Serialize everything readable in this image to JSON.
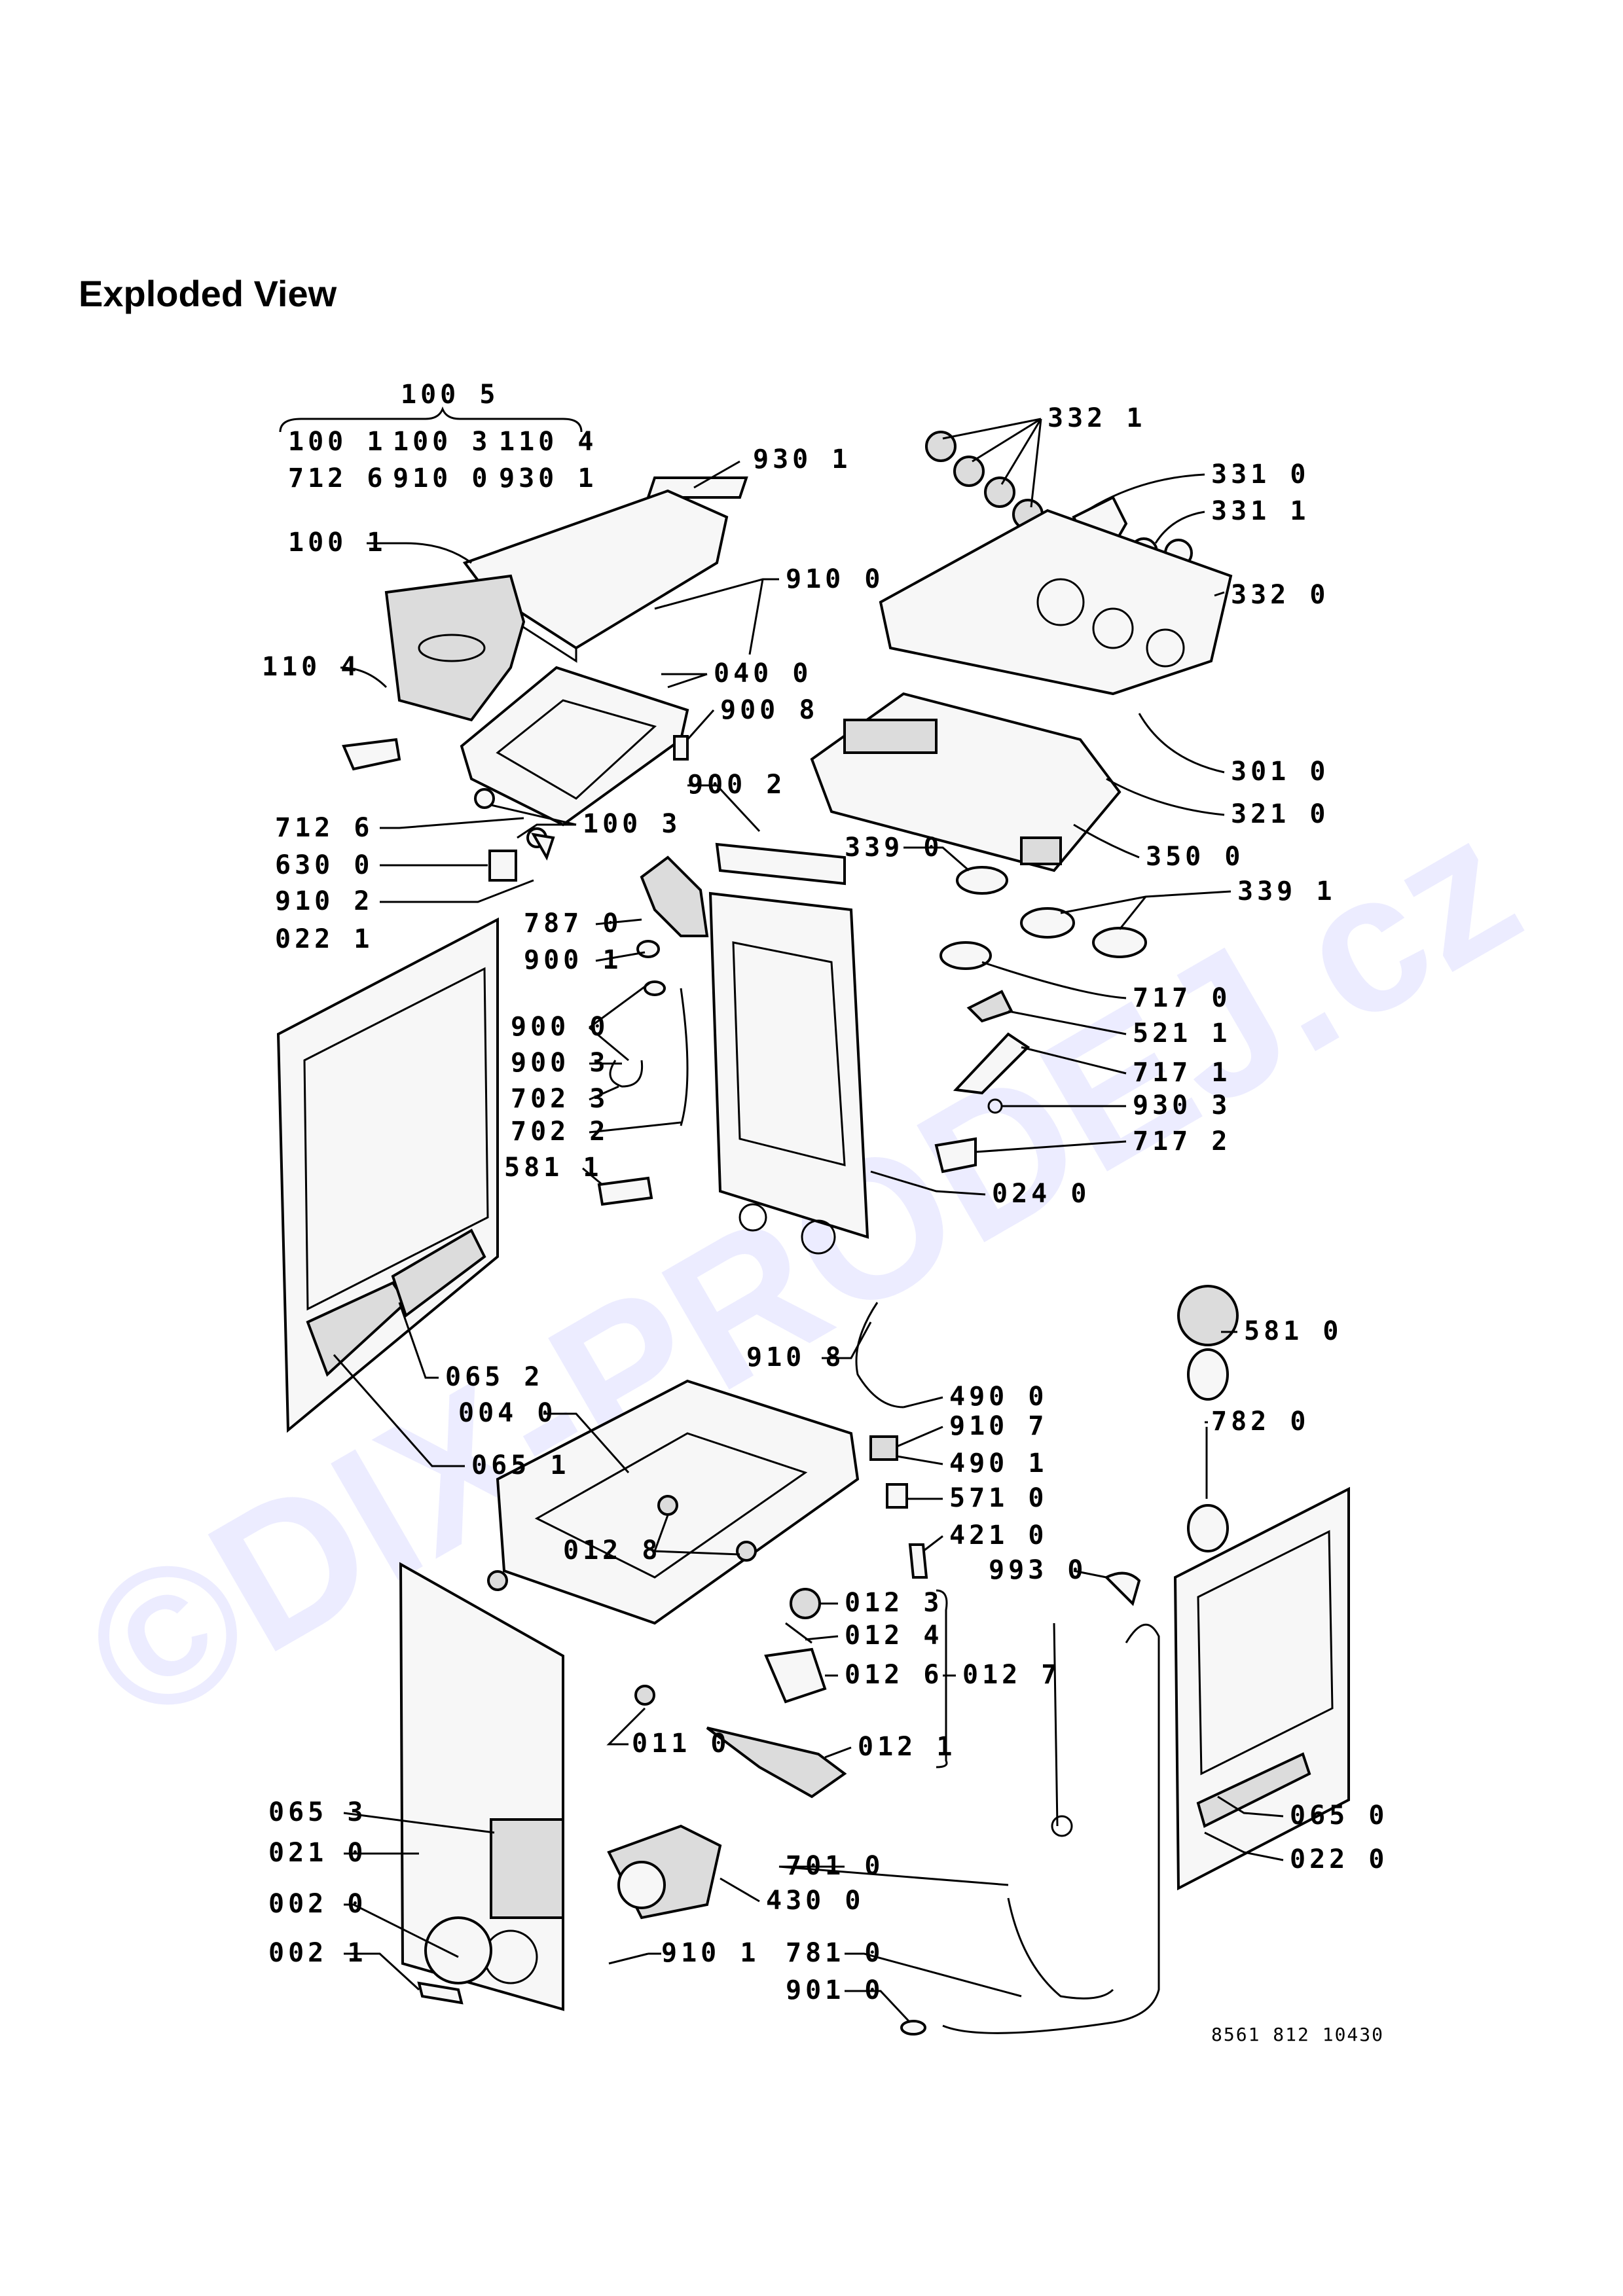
{
  "page": {
    "title": "Exploded View",
    "watermark": "©DIX-PRODEJ.cz",
    "drawing_code": "8561 812 10430"
  },
  "bracket_group": {
    "header": "100 5",
    "row1": [
      "100 1",
      "100 3",
      "110 4"
    ],
    "row2": [
      "712 6",
      "910 0",
      "930 1"
    ]
  },
  "labels": {
    "l9301": "930 1",
    "l3321": "332 1",
    "l3310": "331 0",
    "l3311": "331 1",
    "l1001": "100 1",
    "l9100": "910 0",
    "l3320": "332 0",
    "l1104": "110 4",
    "l0400": "040 0",
    "l9008": "900 8",
    "l3010": "301 0",
    "l3210": "321 0",
    "l9002": "900 2",
    "l7126": "712 6",
    "l1003": "100 3",
    "l3500": "350 0",
    "l3390": "339 0",
    "l6300": "630 0",
    "l3391": "339 1",
    "l9102": "910 2",
    "l7870": "787 0",
    "l0221": "022 1",
    "l9001": "900 1",
    "l7170": "717 0",
    "l5211": "521 1",
    "l9000": "900 0",
    "l7171": "717 1",
    "l9003": "900 3",
    "l9303": "930 3",
    "l7023": "702 3",
    "l7172": "717 2",
    "l7022": "702 2",
    "l5811": "581 1",
    "l0240": "024 0",
    "l5810": "581 0",
    "l9108": "910 8",
    "l4900": "490 0",
    "l0652": "065 2",
    "l0040": "004 0",
    "l7820": "782 0",
    "l9107": "910 7",
    "l0651": "065 1",
    "l4901": "490 1",
    "l5710": "571 0",
    "l0128": "012 8",
    "l4210": "421 0",
    "l9930": "993 0",
    "l0123": "012 3",
    "l0124": "012 4",
    "l0126": "012 6",
    "l0127": "012 7",
    "l0110": "011 0",
    "l0121": "012 1",
    "l0653": "065 3",
    "l0650": "065 0",
    "l0210": "021 0",
    "l0220": "022 0",
    "l7010": "701 0",
    "l4300": "430 0",
    "l0020": "002 0",
    "l9101": "910 1",
    "l7810": "781 0",
    "l0021": "002 1",
    "l9010": "901 0"
  }
}
